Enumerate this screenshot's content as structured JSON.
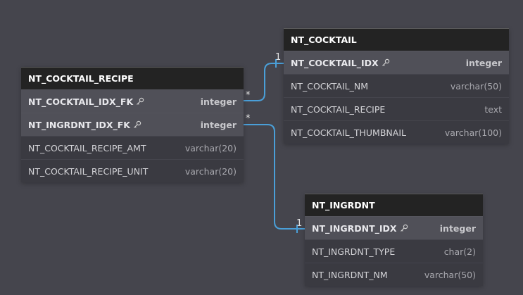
{
  "tables": {
    "cocktail_recipe": {
      "name": "NT_COCKTAIL_RECIPE",
      "columns": [
        {
          "name": "NT_COCKTAIL_IDX_FK",
          "type": "integer"
        },
        {
          "name": "NT_INGRDNT_IDX_FK",
          "type": "integer"
        },
        {
          "name": "NT_COCKTAIL_RECIPE_AMT",
          "type": "varchar(20)"
        },
        {
          "name": "NT_COCKTAIL_RECIPE_UNIT",
          "type": "varchar(20)"
        }
      ]
    },
    "cocktail": {
      "name": "NT_COCKTAIL",
      "columns": [
        {
          "name": "NT_COCKTAIL_IDX",
          "type": "integer"
        },
        {
          "name": "NT_COCKTAIL_NM",
          "type": "varchar(50)"
        },
        {
          "name": "NT_COCKTAIL_RECIPE",
          "type": "text"
        },
        {
          "name": "NT_COCKTAIL_THUMBNAIL",
          "type": "varchar(100)"
        }
      ]
    },
    "ingrdnt": {
      "name": "NT_INGRDNT",
      "columns": [
        {
          "name": "NT_INGRDNT_IDX",
          "type": "integer"
        },
        {
          "name": "NT_INGRDNT_TYPE",
          "type": "char(2)"
        },
        {
          "name": "NT_INGRDNT_NM",
          "type": "varchar(50)"
        }
      ]
    }
  },
  "relations": [
    {
      "from_card": "*",
      "to_card": "1"
    },
    {
      "from_card": "*",
      "to_card": "1"
    }
  ],
  "colors": {
    "link": "#4a9fd8",
    "canvas": "#45454d"
  },
  "icons": {
    "key": "key-icon"
  }
}
